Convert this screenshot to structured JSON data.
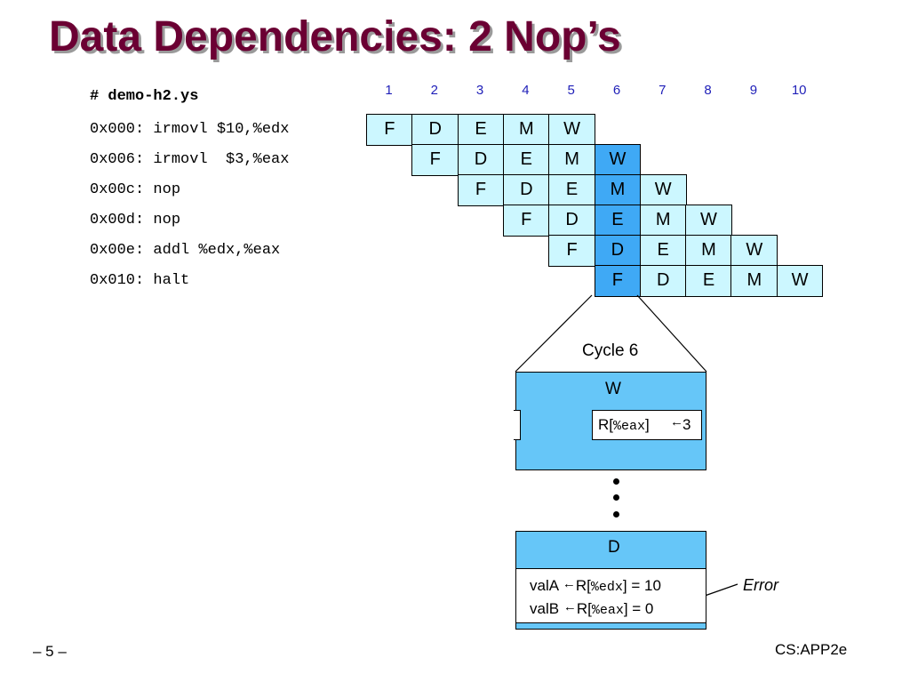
{
  "title": "Data Dependencies: 2 Nop’s",
  "program": {
    "header": "# demo-h2.ys",
    "lines": [
      "0x000: irmovl $10,%edx",
      "0x006: irmovl  $3,%eax",
      "0x00c: nop",
      "0x00d: nop",
      "0x00e: addl %edx,%eax",
      "0x010: halt"
    ]
  },
  "pipeline": {
    "cycles": [
      "1",
      "2",
      "3",
      "4",
      "5",
      "6",
      "7",
      "8",
      "9",
      "10"
    ],
    "stages": [
      "F",
      "D",
      "E",
      "M",
      "W"
    ],
    "highlight_cycle": 6,
    "colors": {
      "cell": "#ccf7ff",
      "highlight": "#3fa9f5",
      "box": "#66c6f8"
    }
  },
  "detail": {
    "cycle_label": "Cycle 6",
    "w_stage": {
      "label": "W",
      "r": "R[",
      "reg": "%eax",
      "close": "]",
      "arrow": "←",
      "value": "3"
    },
    "d_stage": {
      "label": "D",
      "line1": {
        "name": "valA",
        "arrow": "←",
        "r": "R[",
        "reg": "%edx",
        "rest": "] = 10"
      },
      "line2": {
        "name": "valB",
        "arrow": "←",
        "r": "R[",
        "reg": "%eax",
        "rest": "] = 0"
      }
    },
    "error_label": "Error"
  },
  "footer": {
    "page": "– 5 –",
    "course": "CS:APP2e"
  }
}
